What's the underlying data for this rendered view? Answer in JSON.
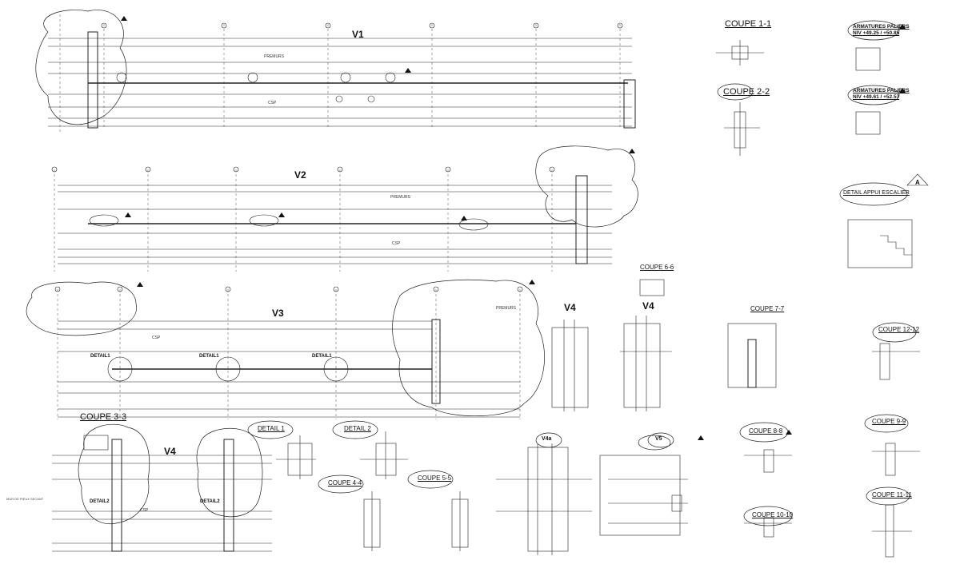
{
  "sheet": {
    "beams": {
      "v1": "V1",
      "v2": "V2",
      "v3": "V3",
      "v4_mid": "V4",
      "v4_right": "V4",
      "v4_bottom": "V4",
      "v4a": "V4a",
      "v5": "V5"
    },
    "sections": {
      "coupe_1_1": "COUPE 1-1",
      "coupe_2_2": "COUPE 2-2",
      "coupe_3_3": "COUPE 3-3",
      "coupe_4_4": "COUPE 4-4",
      "coupe_5_5": "COUPE 5-5",
      "coupe_6_6": "COUPE 6-6",
      "coupe_7_7": "COUPE 7-7",
      "coupe_8_8": "COUPE 8-8",
      "coupe_9_9": "COUPE 9-9",
      "coupe_10_10": "COUPE 10-10",
      "coupe_11_11": "COUPE 11-11",
      "coupe_12_12": "COUPE 12-12"
    },
    "details": {
      "detail_1_title": "DETAIL 1",
      "detail_2_title": "DETAIL 2",
      "detail1_a": "DETAIL1",
      "detail1_b": "DETAIL1",
      "detail1_c": "DETAIL1",
      "detail2_a": "DETAIL2",
      "detail2_b": "DETAIL2",
      "appui_escalier": "DETAIL APPUI ESCALIER"
    },
    "paliers": {
      "line1_title": "ARMATURES PALIERS",
      "line1_level": "NIV +49.25 / +50.85",
      "line2_title": "ARMATURES PALIERS",
      "line2_level": "NIV +49.61 / +52.57"
    },
    "labels": {
      "premurs": "PREMURS",
      "csp": "CSP",
      "mur_pieux": "MUR DE PIEUX SECANT",
      "bord_a": "A"
    }
  },
  "colors": {
    "ink": "#111111",
    "cloud": "#222222",
    "background": "#ffffff"
  }
}
